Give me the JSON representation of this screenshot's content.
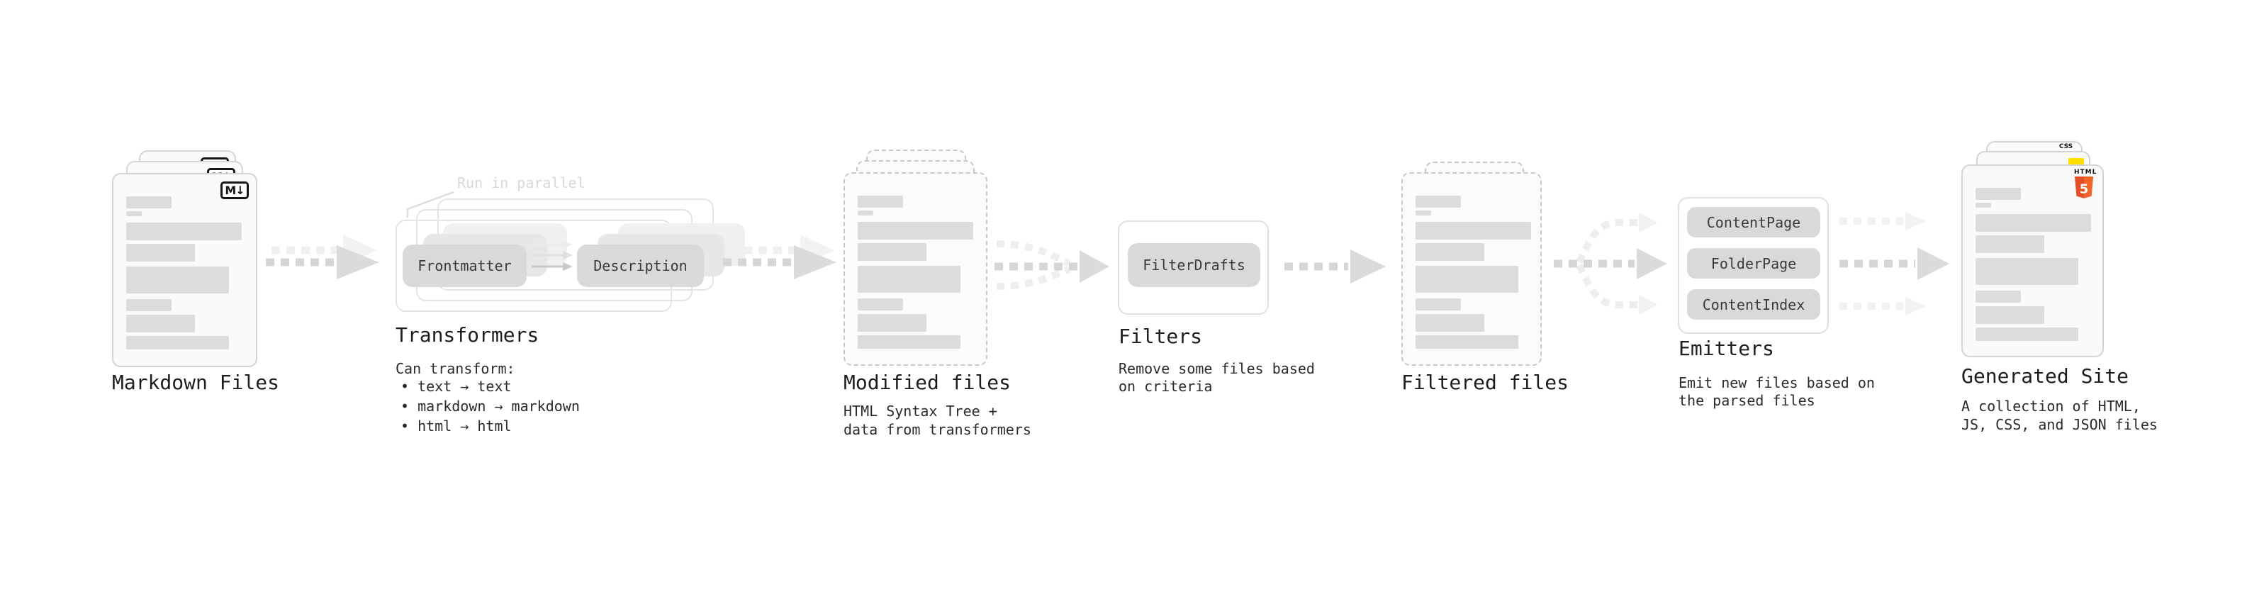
{
  "stages": {
    "markdown_files": {
      "label": "Markdown Files",
      "file_icon": "M↓"
    },
    "transformers": {
      "label": "Transformers",
      "annotation": "Run in parallel",
      "pills": [
        "Frontmatter",
        "Description"
      ],
      "note_heading": "Can transform:",
      "bullets": [
        "• text → text",
        "• markdown → markdown",
        "• html → html"
      ]
    },
    "modified_files": {
      "label": "Modified files",
      "note_lines": [
        "HTML Syntax Tree +",
        "data from transformers"
      ]
    },
    "filters": {
      "label": "Filters",
      "pills": [
        "FilterDrafts"
      ],
      "note_lines": [
        "Remove some files based",
        "on criteria"
      ]
    },
    "filtered_files": {
      "label": "Filtered files"
    },
    "emitters": {
      "label": "Emitters",
      "pills": [
        "ContentPage",
        "FolderPage",
        "ContentIndex"
      ],
      "note_lines": [
        "Emit new files based on",
        "the parsed files"
      ]
    },
    "generated_site": {
      "label": "Generated Site",
      "note_lines": [
        "A collection of HTML,",
        "JS, CSS, and JSON files"
      ],
      "badges": {
        "html_word": "HTML",
        "html_number": "5",
        "css_word": "CSS"
      }
    }
  },
  "colors": {
    "html5_shield": "#e34f26",
    "html5_shield_light": "#f16529",
    "js_yellow": "#ffdf00",
    "css_blue": "#2965f1",
    "pill_gray": "#d9d9d9",
    "arrow_dark": "#d6d6d6",
    "arrow_light": "#f0f0f0"
  }
}
